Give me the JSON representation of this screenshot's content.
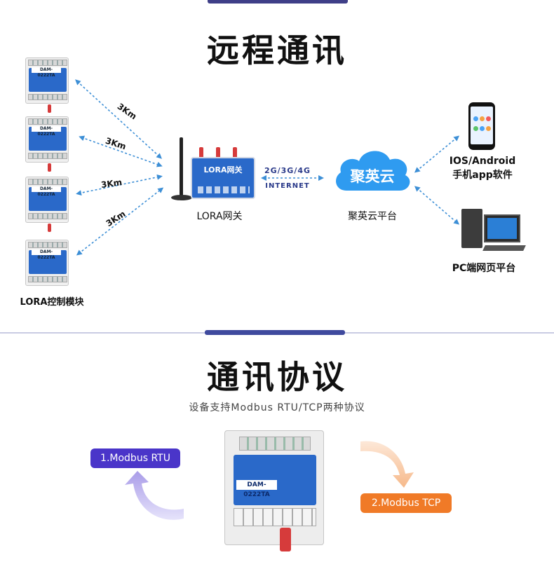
{
  "section1": {
    "title": "远程通讯",
    "module_caption": "LORA控制模块",
    "module_label": "DAM-0222TA",
    "distance_labels": [
      "3Km",
      "3Km",
      "3Km",
      "3Km"
    ],
    "gateway_text": "LORA网关",
    "gateway_caption": "LORA网关",
    "network_top": "2G/3G/4G",
    "network_bottom": "INTERNET",
    "cloud_text": "聚英云",
    "cloud_caption": "聚英云平台",
    "phone_caption_line1": "IOS/Android",
    "phone_caption_line2": "手机app软件",
    "pc_caption": "PC端网页平台"
  },
  "section2": {
    "title": "通讯协议",
    "subtitle": "设备支持Modbus RTU/TCP两种协议",
    "device_label": "DAM-0222TA",
    "protocol1": "1.Modbus RTU",
    "protocol2": "2.Modbus TCP"
  },
  "colors": {
    "accent": "#3f4a9e",
    "device_blue": "#2a69c9",
    "pill_purple": "#4a35c9",
    "pill_orange": "#f07a27",
    "cloud_blue": "#2f9bf0"
  },
  "icons": {
    "phone": "smartphone-icon",
    "pc": "desktop-computer-icon",
    "cloud": "cloud-icon"
  }
}
